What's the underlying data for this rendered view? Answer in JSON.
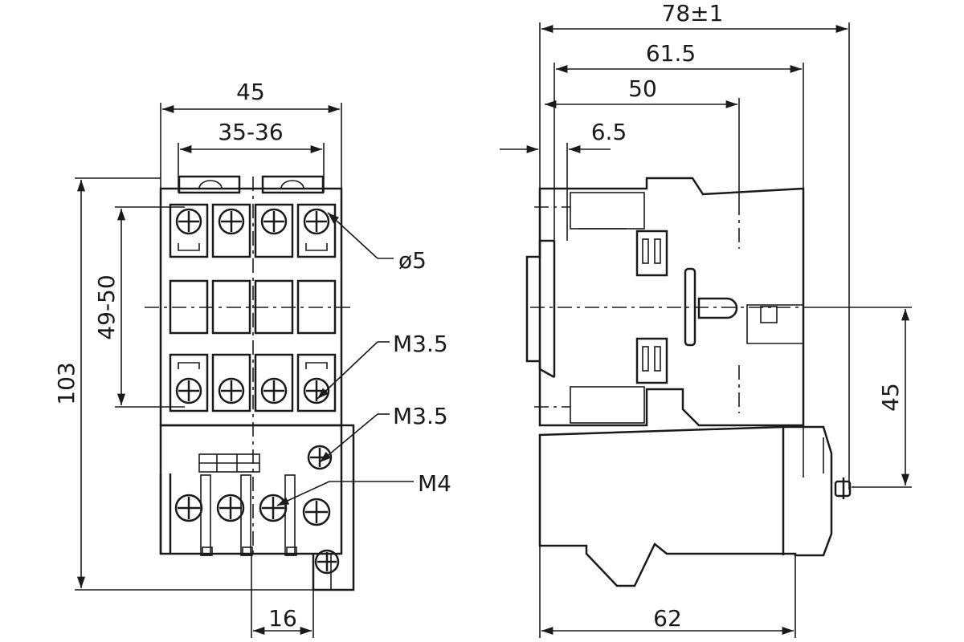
{
  "dimensions": {
    "front": {
      "overall_width": "45",
      "mount_spacing": "35-36",
      "overall_height": "103",
      "terminal_pitch": "49-50",
      "bottom_pitch": "16"
    },
    "side": {
      "overall_depth": "78±1",
      "depth_2": "61.5",
      "depth_3": "50",
      "offset": "6.5",
      "rail_height": "45",
      "base_depth": "62"
    }
  },
  "callouts": {
    "hole": "ø5",
    "screw_upper": "M3.5",
    "screw_lower": "M3.5",
    "screw_main": "M4"
  },
  "colors": {
    "line": "#1a1a1a",
    "background": "#ffffff"
  }
}
